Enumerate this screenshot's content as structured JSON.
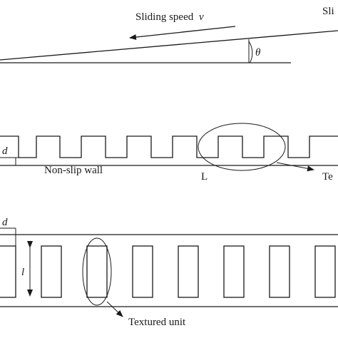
{
  "top_section": {
    "sliding_label": "Sliding speed",
    "sliding_var": "v",
    "cut_label": "Sli",
    "angle_label": "θ"
  },
  "middle_section": {
    "d_label": "d",
    "wall_label": "Non-slip wall",
    "L_label": "L",
    "texture_cut_label": "Te"
  },
  "bottom_section": {
    "d_label": "d",
    "l_label": "l",
    "unit_label": "Textured unit"
  }
}
